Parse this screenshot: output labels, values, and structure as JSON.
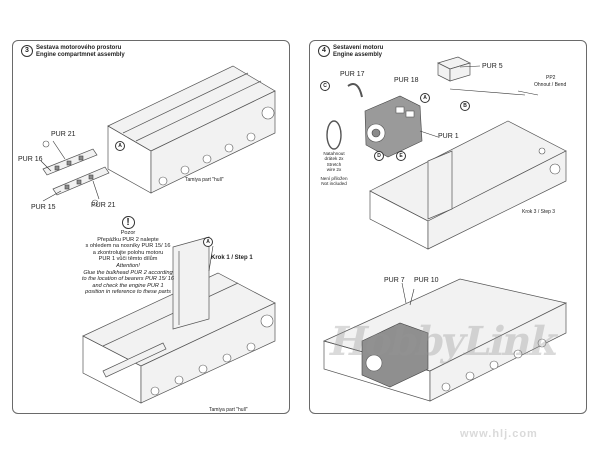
{
  "left": {
    "step_number": "3",
    "title_cz": "Sestava motorového prostoru",
    "title_en": "Engine compartmnet assembly",
    "labels": {
      "pur21_top": "PUR 21",
      "pur16": "PUR 16",
      "pur15": "PUR 15",
      "pur21_bottom": "PUR 21",
      "tamiya_hull_1": "Tamiya part \"hull\"",
      "tamiya_hull_2": "Tamiya part \"hull\"",
      "krok": "Krok 1 / Step 1",
      "callout_a": "A"
    },
    "warning": {
      "symbol": "!",
      "cz_lines": [
        "Pozor",
        "Přepážku PUR 2 nalepte",
        "s ohledem na nosníky PUR 15/ 16",
        "a zkontrolujte polohu motoru",
        "PUR 1 vůči těmto dílům"
      ],
      "en_lines": [
        "Attention!",
        "Glue the bulkhead PUR 2 according",
        "to the location of bearers PUR 15/ 16",
        "and check the engine PUR 1",
        "position in reference to these parts"
      ]
    }
  },
  "right": {
    "step_number": "4",
    "title_cz": "Sestavení motoru",
    "title_en": "Engine assembly",
    "labels": {
      "pur17": "PUR 17",
      "pur18": "PUR 18",
      "pur5": "PUR 5",
      "pur1": "PUR 1",
      "pp2": "PP2",
      "bend": "Ohnout / Bend",
      "wire_cz": "Natahnout",
      "wire_cz2": "drátek 2x",
      "wire_en": "Stretch",
      "wire_en2": "wire 2x",
      "not_included_cz": "Není přiložen",
      "not_included_en": "Not included",
      "krok": "Krok 3 / Step 3",
      "pur7": "PUR 7",
      "pur10": "PUR 10",
      "callouts": [
        "A",
        "B",
        "C",
        "D",
        "E"
      ]
    }
  },
  "watermark": {
    "brand": "HobbyLink",
    "sub": "www.hlj.com"
  }
}
